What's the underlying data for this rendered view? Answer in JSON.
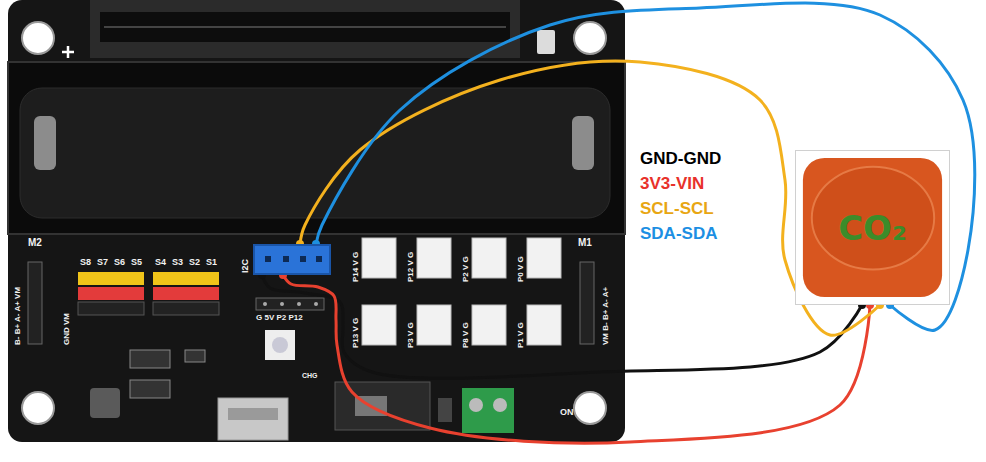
{
  "diagram": {
    "nodes": [
      {
        "text": [
          "I2C"
        ]
      },
      {
        "text": [
          "CO₂"
        ]
      }
    ],
    "edges": [
      {
        "from": 0,
        "to": 1,
        "arrow": "none"
      },
      {
        "from": 0,
        "to": 1,
        "arrow": "none"
      },
      {
        "from": 0,
        "to": 1,
        "arrow": "none"
      },
      {
        "from": 0,
        "to": 1,
        "arrow": "none"
      }
    ],
    "labels": [
      "M2",
      "B- B+ A- A+ VM",
      "S8",
      "S7",
      "S6",
      "S5",
      "S4",
      "S3",
      "S2",
      "S1",
      "GND VM",
      "G 5V P2 P12",
      "P14 V G",
      "P12 V G",
      "P2 V G",
      "P0 V G",
      "P13 V G",
      "P3 V G",
      "P8 V G",
      "P1 V G",
      "M1",
      "VM B- B+ A- A+",
      "CHG",
      "ON"
    ],
    "legend": [
      {
        "text": "GND-GND",
        "color": "#000000"
      },
      {
        "text": "3V3-VIN",
        "color": "#e8312a"
      },
      {
        "text": "SCL-SCL",
        "color": "#e8a613"
      },
      {
        "text": "SDA-SDA",
        "color": "#1c8fe3"
      }
    ]
  }
}
